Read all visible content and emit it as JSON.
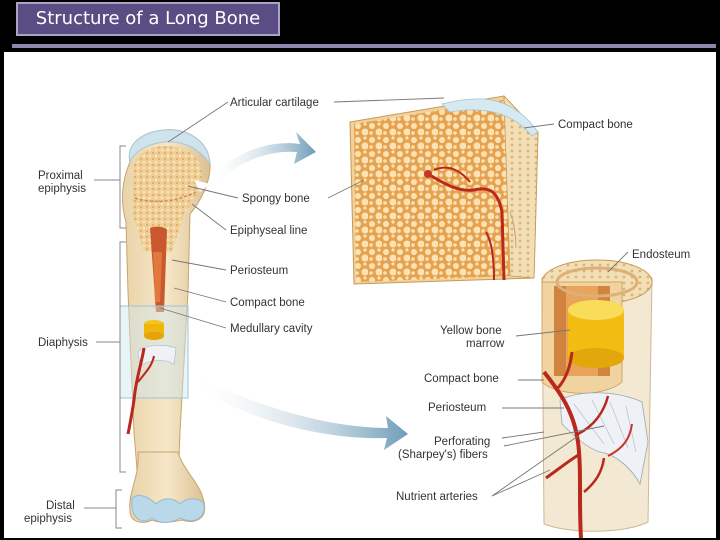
{
  "slide": {
    "title": "Structure of a Long Bone"
  },
  "labels": {
    "proximal_epiphysis": [
      "Proximal",
      "epiphysis"
    ],
    "diaphysis": "Diaphysis",
    "distal_epiphysis": [
      "Distal",
      "epiphysis"
    ],
    "articular_cartilage": "Articular cartilage",
    "spongy_bone": "Spongy bone",
    "epiphyseal_line": "Epiphyseal line",
    "periosteum": "Periosteum",
    "compact_bone": "Compact bone",
    "medullary_cavity": "Medullary cavity",
    "compact_bone_detail": "Compact bone",
    "endosteum": "Endosteum",
    "yellow_bone_marrow": [
      "Yellow bone",
      "marrow"
    ],
    "compact_bone_shaft": "Compact bone",
    "periosteum_shaft": "Periosteum",
    "perforating_fibers": [
      "Perforating",
      "(Sharpey's) fibers"
    ],
    "nutrient_arteries": "Nutrient arteries"
  }
}
